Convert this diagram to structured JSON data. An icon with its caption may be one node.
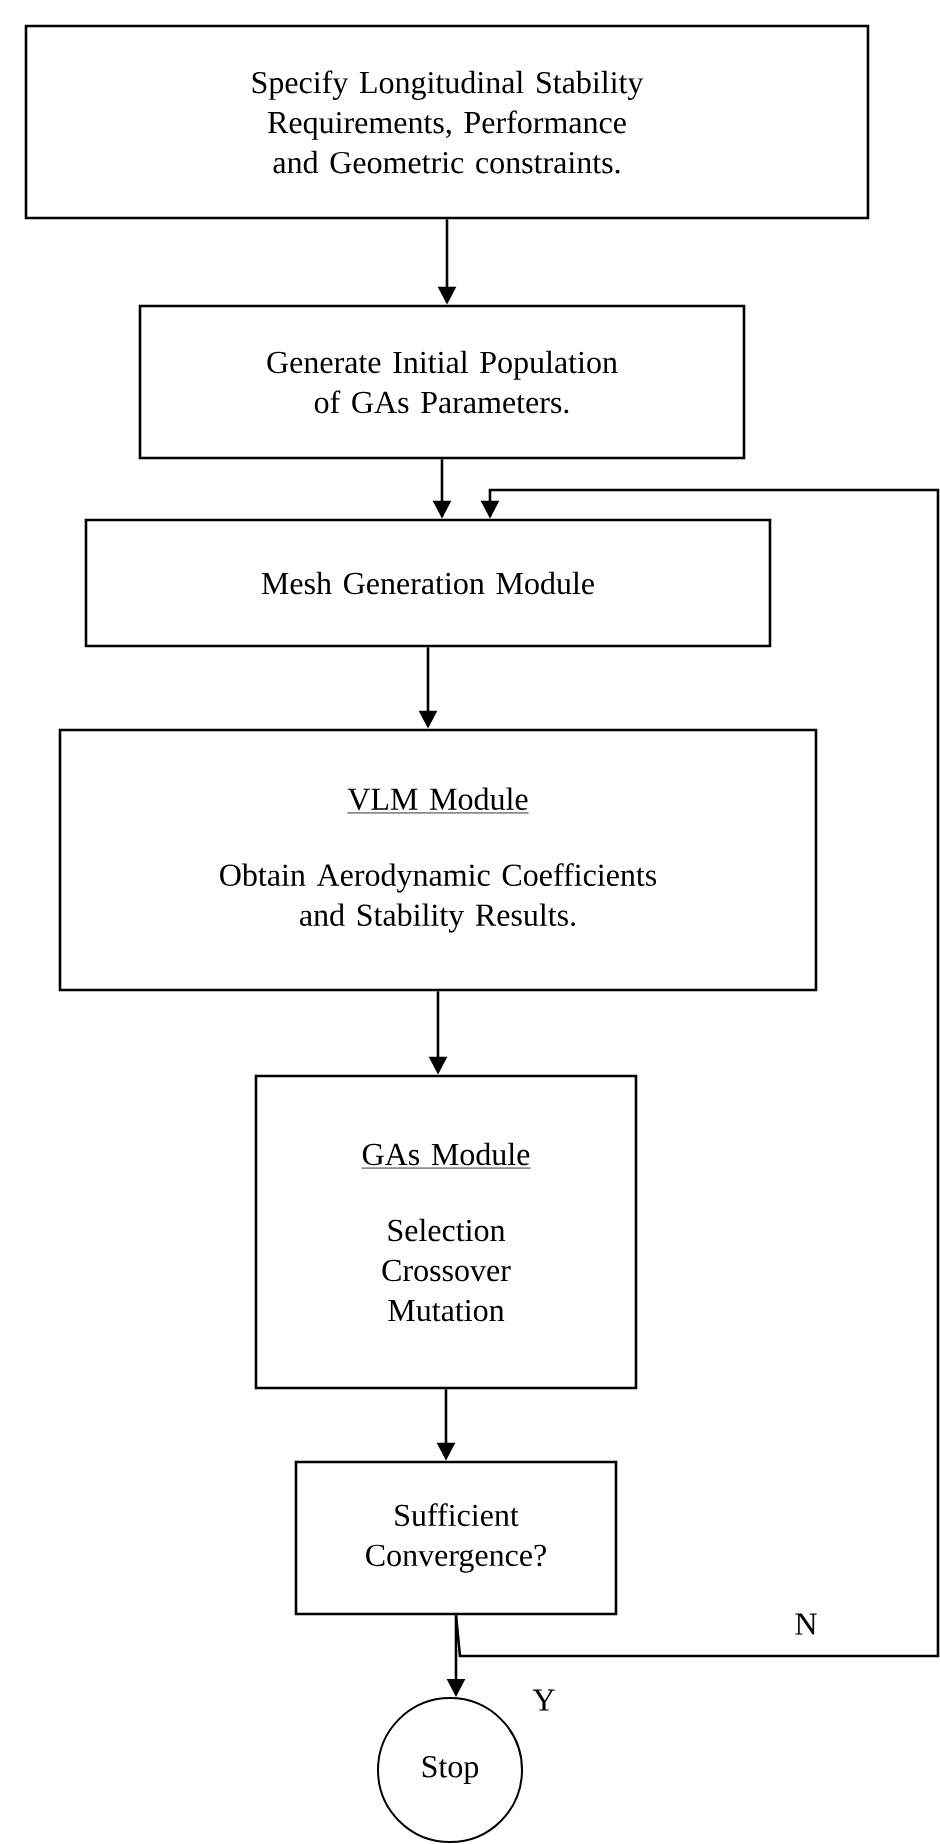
{
  "diagram": {
    "nodes": [
      {
        "text": [
          "Specify Longitudinal Stability Requirements, Performance and Geometric constraints."
        ]
      },
      {
        "text": [
          "Generate Initial Population of GAs Parameters."
        ]
      },
      {
        "text": [
          "Mesh Generation Module"
        ]
      },
      {
        "text": [
          "VLM Module",
          "Obtain Aerodynamic Coefficients and Stability Results."
        ]
      },
      {
        "text": [
          "GAs Module",
          "Selection Crossover Mutation"
        ]
      },
      {
        "text": [
          "Sufficient Convergence?"
        ]
      },
      {
        "text": [
          "Stop"
        ]
      }
    ],
    "edges": [
      {
        "from": 0,
        "to": 1,
        "arrow": "to"
      },
      {
        "from": 1,
        "to": 2,
        "arrow": "to"
      },
      {
        "from": 2,
        "to": 3,
        "arrow": "to"
      },
      {
        "from": 3,
        "to": 4,
        "arrow": "to"
      },
      {
        "from": 4,
        "to": 5,
        "arrow": "to"
      },
      {
        "from": 5,
        "to": 6,
        "label": "Y",
        "arrow": "to"
      },
      {
        "from": 5,
        "to": 2,
        "label": "N",
        "arrow": "to"
      }
    ]
  }
}
